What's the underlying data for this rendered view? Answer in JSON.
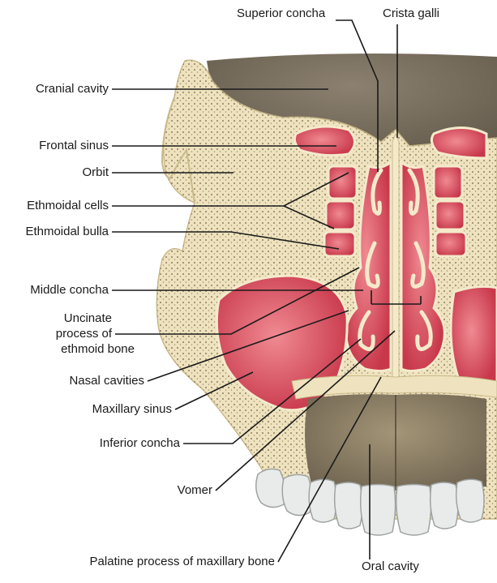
{
  "labels": {
    "cranial_cavity": "Cranial cavity",
    "frontal_sinus": "Frontal sinus",
    "orbit": "Orbit",
    "ethmoidal_cells": "Ethmoidal cells",
    "ethmoidal_bulla": "Ethmoidal bulla",
    "middle_concha": "Middle concha",
    "uncinate_1": "Uncinate",
    "uncinate_2": "process of",
    "uncinate_3": "ethmoid bone",
    "nasal_cavities": "Nasal cavities",
    "maxillary_sinus": "Maxillary sinus",
    "inferior_concha": "Inferior concha",
    "vomer": "Vomer",
    "palatine_process": "Palatine process of maxillary bone",
    "superior_concha": "Superior concha",
    "crista_galli": "Crista galli",
    "oral_cavity": "Oral cavity"
  },
  "colors": {
    "bone": "#efe3bf",
    "bone_shadow": "#d8c898",
    "cranial": "#7a6f5f",
    "mucosa": "#d9485a",
    "mucosa_light": "#ef8a93",
    "teeth": "#e9ebea",
    "leader": "#1a1a1a"
  }
}
